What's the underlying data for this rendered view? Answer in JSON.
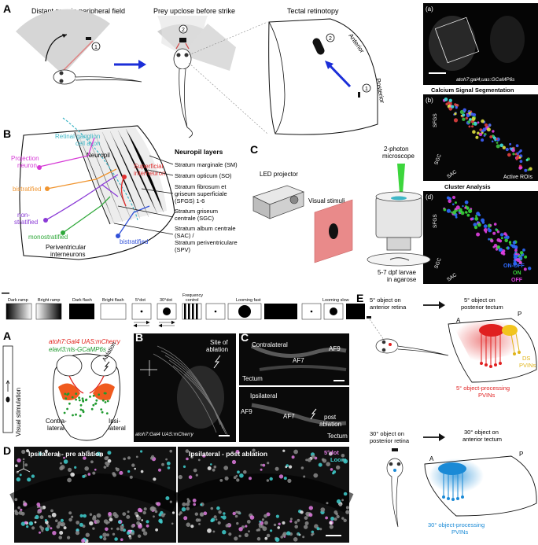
{
  "panel_A": {
    "letter": "A",
    "title_1": "Distant prey in peripheral field",
    "title_2": "Prey upclose before strike",
    "title_3": "Tectal retinotopy",
    "num_1": "1",
    "num_2": "2",
    "anterior": "Anterior",
    "posterior": "Posterior"
  },
  "panel_a_right": {
    "letter_a": "(a)",
    "caption_a": "atoh7:gal4;uas:GCaMP6s",
    "title_seg": "Calcium Signal Segmentation",
    "letter_b": "(b)",
    "sfgs": "SFGS",
    "sgc": "SGC",
    "sac": "SAC",
    "active_rois": "Active ROIs",
    "title_cluster": "Cluster Analysis",
    "letter_d": "(d)",
    "legend_on_off": "ON-OFF",
    "legend_on": "ON",
    "legend_off": "OFF"
  },
  "panel_B": {
    "letter": "B",
    "rgc_1": "Retinal ganglion",
    "rgc_2": "cell axon",
    "neuropil": "Neuropil",
    "superficial_1": "Superficial",
    "superficial_2": "interneuron",
    "projection_1": "Projection",
    "projection_2": "neuron",
    "bistratified_1": "bistratified",
    "nonstrat_1": "non-",
    "nonstrat_2": "stratified",
    "monostratified": "monostratified",
    "bistratified_2": "bistratified",
    "periventricular_1": "Periventricular",
    "periventricular_2": "interneurons",
    "layers_title": "Neuropil layers",
    "layer_sm": "Stratum marginale (SM)",
    "layer_so": "Stratum opticum (SO)",
    "layer_sfgs_1": "Stratum fibrosum et",
    "layer_sfgs_2": "griseum superficiale",
    "layer_sfgs_3": "(SFGS) 1-6",
    "layer_sgc_1": "Stratum griseum",
    "layer_sgc_2": "centrale (SGC)",
    "layer_sac_1": "Stratum album centrale",
    "layer_sac_2": "(SAC) /",
    "layer_spv": "Stratum periventriculare",
    "layer_spv_2": "(SPV)"
  },
  "panel_C_top": {
    "letter": "C",
    "led": "LED projector",
    "visual_stimuli": "Visual stimuli",
    "two_photon_1": "2-photon",
    "two_photon_2": "microscope",
    "larvae_1": "5-7 dpf larvae",
    "larvae_2": "in agarose"
  },
  "stimulus_strip": {
    "dark_ramp": "Dark ramp",
    "bright_ramp": "Bright ramp",
    "dark_flash": "Dark flash",
    "bright_flash": "Bright flash",
    "dot5": "5°dot",
    "dot30": "30°dot",
    "freq_1": "Frequency",
    "freq_2": "control",
    "looming_fast": "Looming fast",
    "looming_slow": "Looming slow"
  },
  "panel_A_bottom": {
    "letter": "A",
    "visual_stimulation": "Visual stimulation",
    "line_1": "atoh7:Gal4 UAS:mCherry",
    "line_2": "elavl3:nls-GCaMP6s",
    "ablation": "Ablation",
    "contra_1": "Contra-",
    "contra_2": "lateral",
    "ipsi_1": "Ipsi-",
    "ipsi_2": "lateral",
    "color_red": "#e0201a",
    "color_green": "#1f9a2f"
  },
  "panel_B_bottom": {
    "letter": "B",
    "site_1": "Site of",
    "site_2": "ablation",
    "caption": "atoh7:Gal4 UAS:mCherry"
  },
  "panel_C_bottom": {
    "letter": "C",
    "contralateral": "Contralateral",
    "af7": "AF7",
    "af9": "AF9",
    "tectum": "Tectum",
    "ipsilateral": "Ipsilateral",
    "af7_b": "AF7",
    "af9_b": "AF9",
    "post_1": "post",
    "post_2": "ablation",
    "tectum_b": "Tectum"
  },
  "panel_D": {
    "letter": "D",
    "pre": "Ipsilateral - pre ablation",
    "post": "Ipsilateral - post ablation",
    "dot5": "5°dot",
    "loom": "Loom",
    "color_dot": "#e07be0",
    "color_loom": "#3fd0d0"
  },
  "panel_E": {
    "letter": "E",
    "row1_left": "5° object on",
    "row1_left_2": "anterior retina",
    "row1_right": "5° object on",
    "row1_right_2": "posterior tectum",
    "a": "A",
    "p": "P",
    "ds_1": "DS",
    "ds_2": "PVINs",
    "pvin5_1": "5° object-processing",
    "pvin5_2": "PVINs",
    "row2_left": "30° object on",
    "row2_left_2": "posterior retina",
    "row2_right": "30° object on",
    "row2_right_2": "anterior tectum",
    "a2": "A",
    "p2": "P",
    "pvin30_1": "30° object-processing",
    "pvin30_2": "PVINs"
  }
}
